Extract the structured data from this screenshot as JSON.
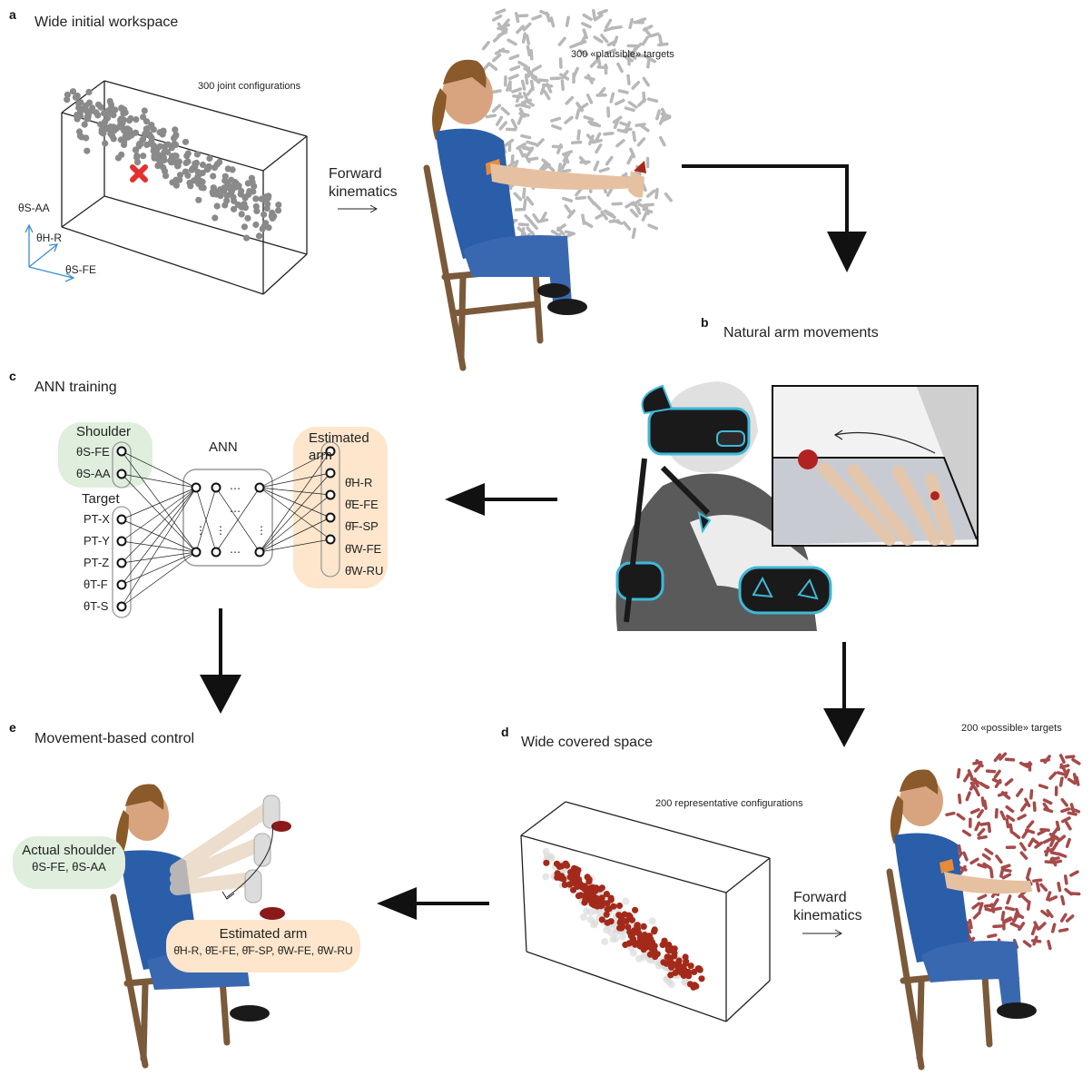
{
  "panels": {
    "a": {
      "letter": "a",
      "title": "Wide initial workspace",
      "cube_label": "300 joint configurations",
      "targets_label": "300 «plausible» targets"
    },
    "b": {
      "letter": "b",
      "title": "Natural arm movements"
    },
    "c": {
      "letter": "c",
      "title": "ANN training"
    },
    "d": {
      "letter": "d",
      "title": "Wide covered space",
      "cube_label": "200 representative configurations",
      "targets_label": "200 «possible» targets"
    },
    "e": {
      "letter": "e",
      "title": "Movement-based control"
    }
  },
  "forward_kinematics": [
    "Forward",
    "kinematics"
  ],
  "axes": {
    "s_aa": "θS-AA",
    "h_r": "θH-R",
    "s_fe": "θS-FE"
  },
  "network": {
    "ann_label": "ANN",
    "shoulder_label": "Shoulder",
    "shoulder_inputs": [
      "θS-FE",
      "θS-AA"
    ],
    "target_label": "Target",
    "target_inputs": [
      "PT-X",
      "PT-Y",
      "PT-Z",
      "θT-F",
      "θT-S"
    ],
    "estimated_label": [
      "Estimated",
      "arm"
    ],
    "outputs": [
      "θ̂H-R",
      "θ̂E-FE",
      "θ̂F-SP",
      "θ̂W-FE",
      "θ̂W-RU"
    ]
  },
  "control": {
    "actual_shoulder": "Actual shoulder",
    "actual_shoulder_vars": "θS-FE, θS-AA",
    "estimated_arm": "Estimated arm",
    "estimated_arm_vars": "θ̂H-R, θ̂E-FE, θ̂F-SP, θ̂W-FE, θ̂W-RU"
  },
  "colors": {
    "marker_red": "#e53030",
    "dot_grey": "#8a8a8a",
    "dot_dark_red": "#a32a1a",
    "tracker_cyan": "#3fb8d8",
    "shirt_blue": "#2a5ea8",
    "green_bubble": "#dfeedd",
    "orange_bubble": "#fde6cc"
  }
}
